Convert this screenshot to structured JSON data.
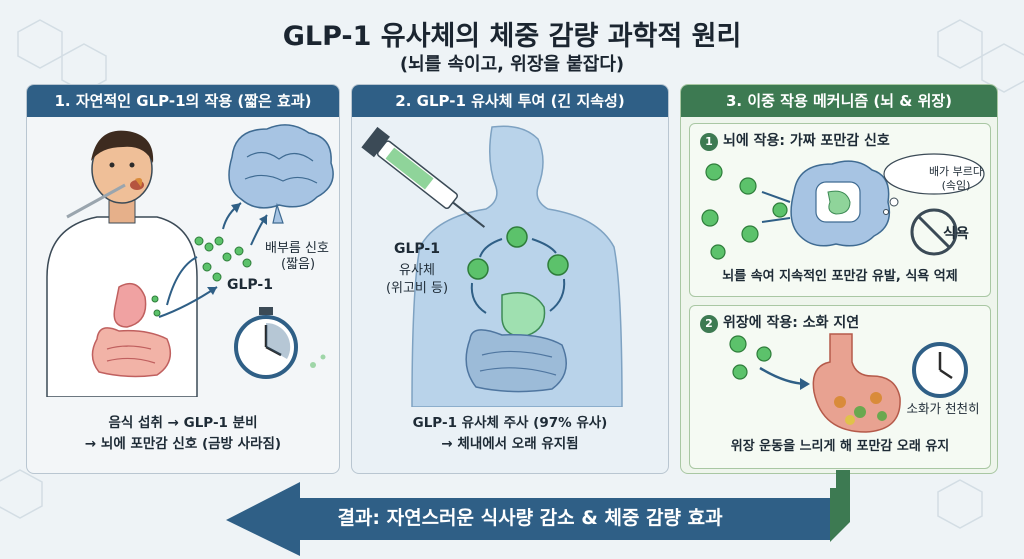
{
  "title": "GLP-1 유사체의 체중 감량 과학적 원리",
  "subtitle": "(뇌를 속이고, 위장을 붙잡다)",
  "panel1": {
    "header": "1. 자연적인 GLP-1의 작용 (짧은 효과)",
    "label_fullness": "배부름 신호",
    "label_short": "(짧음)",
    "label_glp1": "GLP-1",
    "caption_line1": "음식 섭취 → GLP-1 분비",
    "caption_line2": "→ 뇌에 포만감 신호 (금방 사라짐)"
  },
  "panel2": {
    "header": "2. GLP-1 유사체 투여 (긴 지속성)",
    "label_line1": "GLP-1",
    "label_line2": "유사체",
    "label_line3": "(위고비 등)",
    "caption_line1": "GLP-1 유사체 주사 (97% 유사)",
    "caption_line2": "→ 체내에서 오래 유지됨"
  },
  "panel3": {
    "header": "3. 이중 작용 메커니즘 (뇌 & 위장)",
    "brain_number": "1",
    "brain_title": "뇌에 작용: 가짜 포만감 신호",
    "bubble_line1": "배가 부르다",
    "bubble_line2": "(속임)",
    "no_appetite": "식욕",
    "brain_caption": "뇌를 속여 지속적인 포만감 유발, 식욕 억제",
    "stomach_number": "2",
    "stomach_title": "위장에 작용: 소화 지연",
    "slow_digestion": "소화가 천천히",
    "stomach_caption": "위장 운동을 느리게 해 포만감 오래 유지"
  },
  "result": "결과: 자연스러운 식사량 감소 & 체중 감량 효과",
  "colors": {
    "header_blue": "#2f5f86",
    "header_green": "#3d7a52",
    "molecule_green": "#5cc26b",
    "arrow_blue": "#2f5f86"
  }
}
